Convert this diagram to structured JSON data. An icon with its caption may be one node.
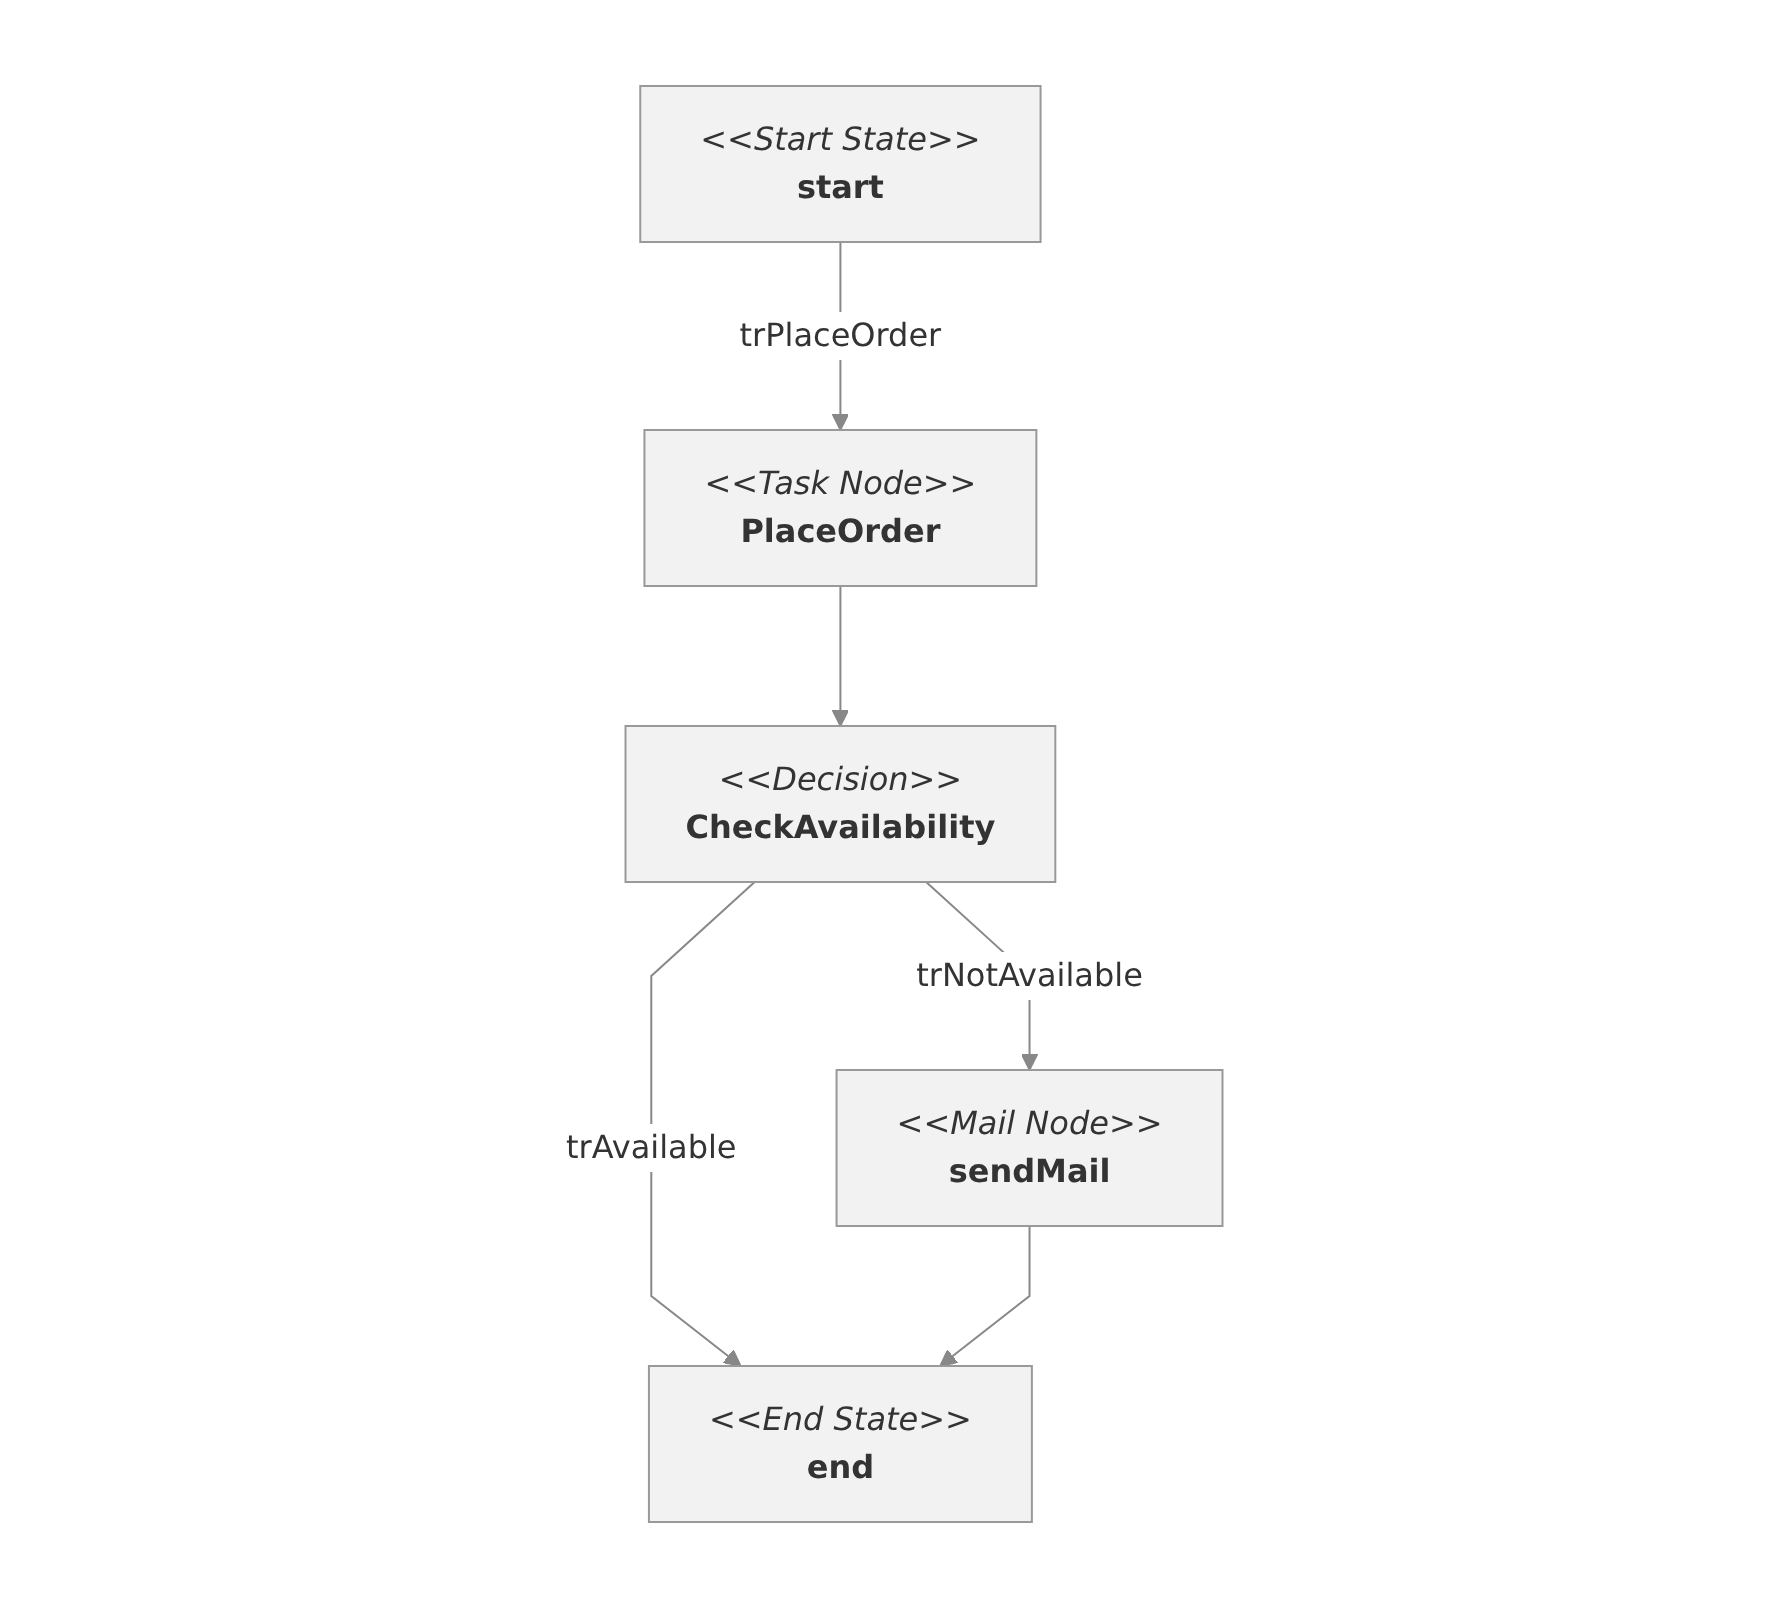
{
  "diagram": {
    "nodes": [
      {
        "text": [
          "<<Start State>>",
          "start"
        ]
      },
      {
        "text": [
          "<<Task Node>>",
          "PlaceOrder"
        ]
      },
      {
        "text": [
          "<<Decision>>",
          "CheckAvailability"
        ]
      },
      {
        "text": [
          "<<Mail Node>>",
          "sendMail"
        ]
      },
      {
        "text": [
          "<<End State>>",
          "end"
        ]
      }
    ],
    "edges": [
      {
        "from": 0,
        "to": 1,
        "arrow": "to",
        "label": "trPlaceOrder"
      },
      {
        "from": 1,
        "to": 2,
        "arrow": "to"
      },
      {
        "from": 2,
        "to": 3,
        "arrow": "to",
        "label": "trNotAvailable"
      },
      {
        "from": 2,
        "to": 4,
        "arrow": "to",
        "label": "trAvailable"
      },
      {
        "from": 3,
        "to": 4,
        "arrow": "to"
      }
    ]
  }
}
